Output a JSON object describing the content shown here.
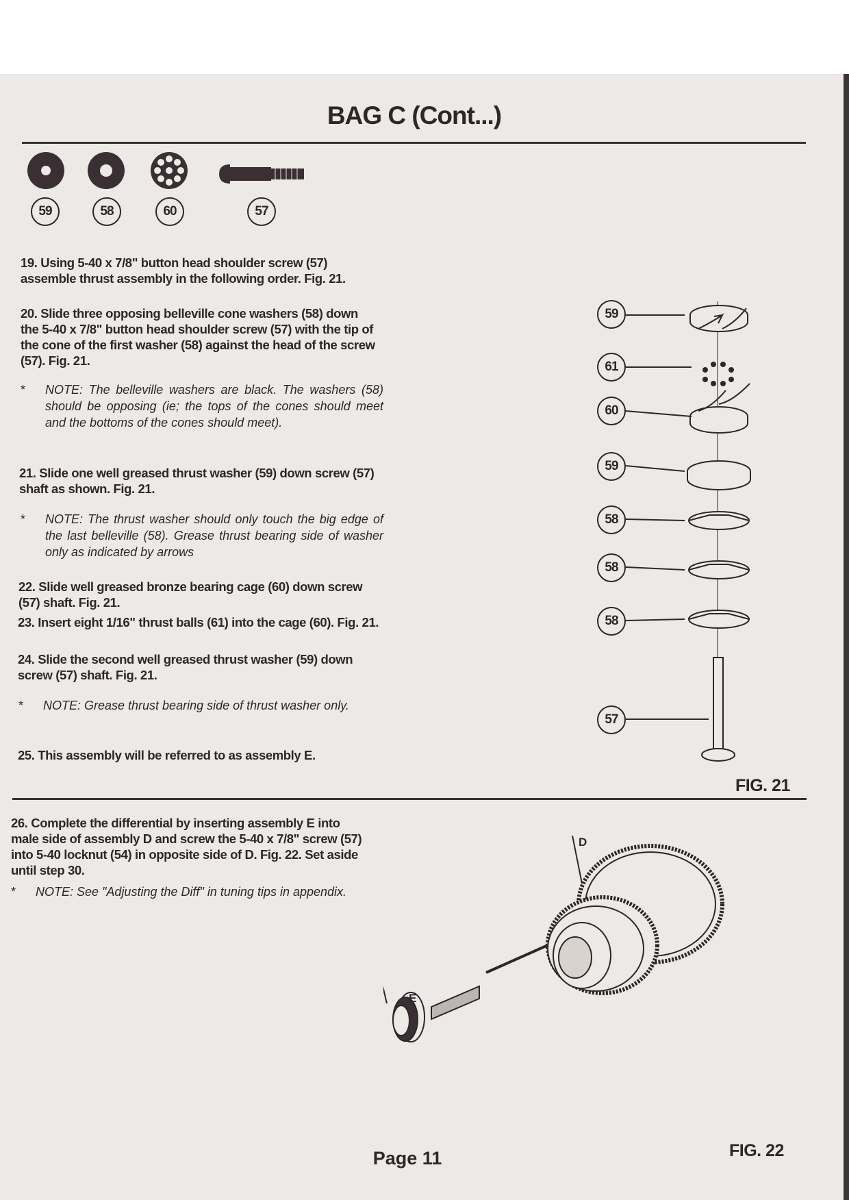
{
  "header": {
    "title": "BAG C (Cont...)"
  },
  "parts_strip": [
    {
      "number": "59",
      "icon": "thrust-washer-icon"
    },
    {
      "number": "58",
      "icon": "belleville-washer-icon"
    },
    {
      "number": "60",
      "icon": "bearing-cage-icon"
    },
    {
      "number": "57",
      "icon": "shoulder-screw-icon"
    }
  ],
  "steps": [
    {
      "id": "19",
      "text": "19. Using 5-40 x 7/8\" button head shoulder screw (57) assemble thrust assembly in the following order. Fig. 21."
    },
    {
      "id": "20",
      "text": "20. Slide three opposing belleville cone washers (58) down the 5-40 x 7/8\" button head shoulder screw (57) with the tip of the cone of the first washer (58) against the head of the screw (57). Fig. 21."
    },
    {
      "id": "note1",
      "star": "*",
      "text": "NOTE: The belleville washers are black. The washers (58) should be opposing (ie; the tops of the cones should meet and the bottoms of the cones should meet)."
    },
    {
      "id": "21",
      "text": "21. Slide one well greased thrust washer (59) down screw (57) shaft as shown. Fig. 21."
    },
    {
      "id": "note2",
      "star": "*",
      "text": "NOTE: The thrust washer should only touch the big edge of the last belleville (58). Grease thrust bearing side of washer only as indicated by arrows"
    },
    {
      "id": "22",
      "text": "22. Slide well greased bronze bearing cage (60) down screw (57) shaft. Fig. 21."
    },
    {
      "id": "23",
      "text": "23. Insert eight 1/16\" thrust balls (61) into the cage (60). Fig. 21."
    },
    {
      "id": "24",
      "text": "24. Slide the second well greased thrust washer (59) down screw (57) shaft. Fig. 21."
    },
    {
      "id": "note3",
      "star": "*",
      "text": "NOTE: Grease thrust bearing side of thrust washer only."
    },
    {
      "id": "25",
      "text": "25. This assembly will be referred to as assembly E."
    },
    {
      "id": "26",
      "text": "26. Complete the differential by inserting assembly E into male side of assembly D and screw the 5-40 x 7/8\" screw (57) into 5-40 locknut (54) in opposite side of D. Fig. 22. Set aside until step 30."
    },
    {
      "id": "note4",
      "star": "*",
      "text": "NOTE: See \"Adjusting the Diff\" in tuning tips in appendix."
    }
  ],
  "fig21": {
    "label": "FIG. 21",
    "callouts": [
      "59",
      "61",
      "60",
      "59",
      "58",
      "58",
      "58",
      "57"
    ]
  },
  "fig22": {
    "label": "FIG. 22",
    "callout_d": "D",
    "callout_e": "E"
  },
  "footer": {
    "page": "Page 11"
  }
}
